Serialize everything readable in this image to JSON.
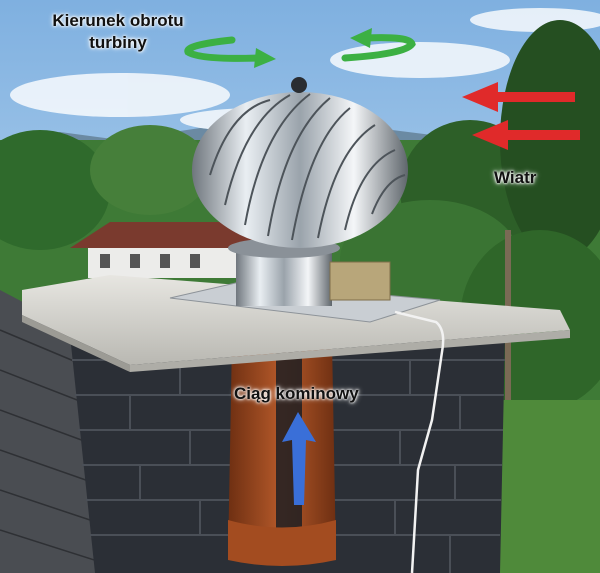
{
  "labels": {
    "rotation_direction_line1": "Kierunek obrotu",
    "rotation_direction_line2": "turbiny",
    "wind": "Wiatr",
    "chimney_draft": "Ciąg kominowy"
  },
  "colors": {
    "rotation_arrow": "#3cb043",
    "wind_arrow": "#e02a2a",
    "draft_arrow": "#3a6fd8",
    "brick": "#2b2f36",
    "concrete": "#d8d8d2",
    "flue_liner": "#9a4a22",
    "sky": "#9cc4e6",
    "trees": "#3e7a36"
  },
  "icons": {
    "rotation": "curved-arrow-icon",
    "wind": "right-to-left-arrow-icon",
    "draft": "up-arrow-icon"
  }
}
